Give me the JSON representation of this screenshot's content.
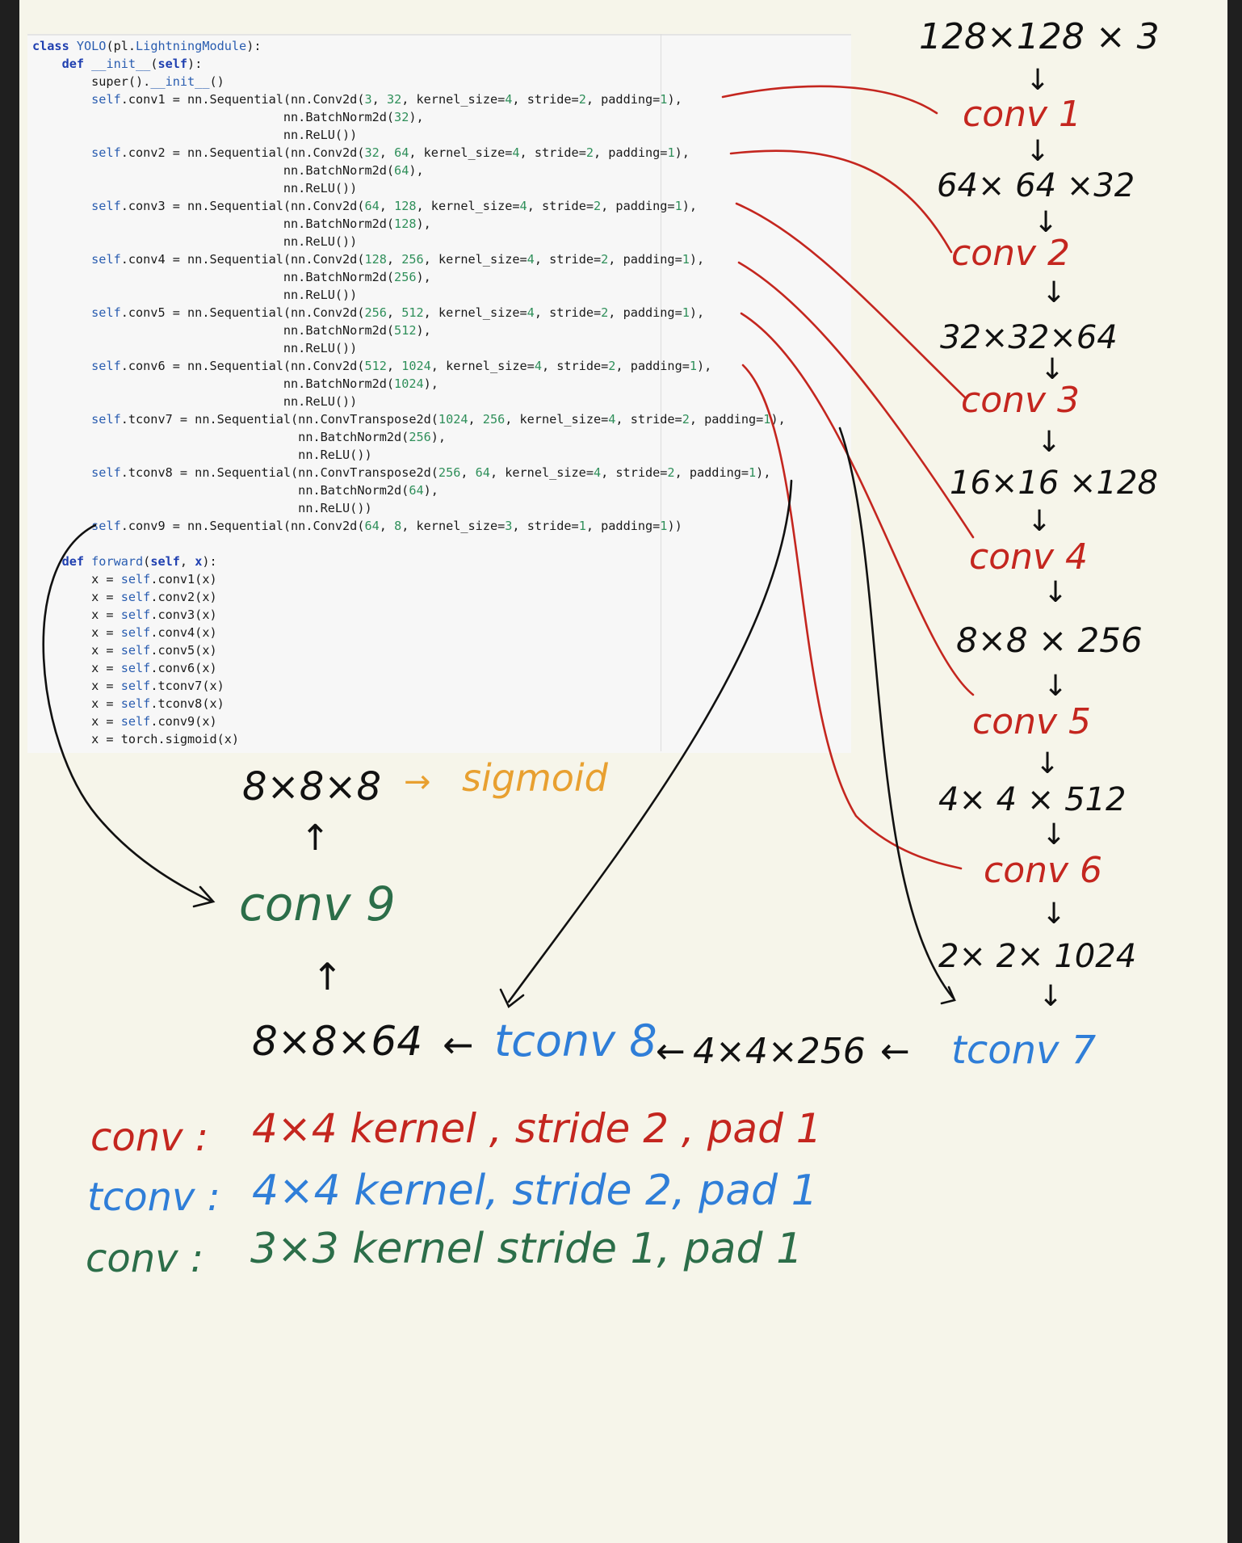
{
  "code": {
    "lines": [
      [
        {
          "t": "class ",
          "c": "kw"
        },
        {
          "t": "YOLO",
          "c": "name"
        },
        {
          "t": "(pl.",
          "c": ""
        },
        {
          "t": "LightningModule",
          "c": "name"
        },
        {
          "t": "):",
          "c": ""
        }
      ],
      [
        {
          "t": "    ",
          "c": ""
        },
        {
          "t": "def ",
          "c": "kw"
        },
        {
          "t": "__init__",
          "c": "name"
        },
        {
          "t": "(",
          "c": ""
        },
        {
          "t": "self",
          "c": "kw"
        },
        {
          "t": "):",
          "c": ""
        }
      ],
      [
        {
          "t": "        super().",
          "c": ""
        },
        {
          "t": "__init__",
          "c": "name"
        },
        {
          "t": "()",
          "c": ""
        }
      ],
      [
        {
          "t": "        ",
          "c": ""
        },
        {
          "t": "self",
          "c": "name"
        },
        {
          "t": ".conv1 = nn.Sequential(nn.Conv2d(",
          "c": ""
        },
        {
          "t": "3",
          "c": "num"
        },
        {
          "t": ", ",
          "c": ""
        },
        {
          "t": "32",
          "c": "num"
        },
        {
          "t": ", kernel_size=",
          "c": ""
        },
        {
          "t": "4",
          "c": "num"
        },
        {
          "t": ", stride=",
          "c": ""
        },
        {
          "t": "2",
          "c": "num"
        },
        {
          "t": ", padding=",
          "c": ""
        },
        {
          "t": "1",
          "c": "num"
        },
        {
          "t": "),",
          "c": ""
        }
      ],
      [
        {
          "t": "                                  nn.BatchNorm2d(",
          "c": ""
        },
        {
          "t": "32",
          "c": "num"
        },
        {
          "t": "),",
          "c": ""
        }
      ],
      [
        {
          "t": "                                  nn.ReLU())",
          "c": ""
        }
      ],
      [
        {
          "t": "        ",
          "c": ""
        },
        {
          "t": "self",
          "c": "name"
        },
        {
          "t": ".conv2 = nn.Sequential(nn.Conv2d(",
          "c": ""
        },
        {
          "t": "32",
          "c": "num"
        },
        {
          "t": ", ",
          "c": ""
        },
        {
          "t": "64",
          "c": "num"
        },
        {
          "t": ", kernel_size=",
          "c": ""
        },
        {
          "t": "4",
          "c": "num"
        },
        {
          "t": ", stride=",
          "c": ""
        },
        {
          "t": "2",
          "c": "num"
        },
        {
          "t": ", padding=",
          "c": ""
        },
        {
          "t": "1",
          "c": "num"
        },
        {
          "t": "),",
          "c": ""
        }
      ],
      [
        {
          "t": "                                  nn.BatchNorm2d(",
          "c": ""
        },
        {
          "t": "64",
          "c": "num"
        },
        {
          "t": "),",
          "c": ""
        }
      ],
      [
        {
          "t": "                                  nn.ReLU())",
          "c": ""
        }
      ],
      [
        {
          "t": "        ",
          "c": ""
        },
        {
          "t": "self",
          "c": "name"
        },
        {
          "t": ".conv3 = nn.Sequential(nn.Conv2d(",
          "c": ""
        },
        {
          "t": "64",
          "c": "num"
        },
        {
          "t": ", ",
          "c": ""
        },
        {
          "t": "128",
          "c": "num"
        },
        {
          "t": ", kernel_size=",
          "c": ""
        },
        {
          "t": "4",
          "c": "num"
        },
        {
          "t": ", stride=",
          "c": ""
        },
        {
          "t": "2",
          "c": "num"
        },
        {
          "t": ", padding=",
          "c": ""
        },
        {
          "t": "1",
          "c": "num"
        },
        {
          "t": "),",
          "c": ""
        }
      ],
      [
        {
          "t": "                                  nn.BatchNorm2d(",
          "c": ""
        },
        {
          "t": "128",
          "c": "num"
        },
        {
          "t": "),",
          "c": ""
        }
      ],
      [
        {
          "t": "                                  nn.ReLU())",
          "c": ""
        }
      ],
      [
        {
          "t": "        ",
          "c": ""
        },
        {
          "t": "self",
          "c": "name"
        },
        {
          "t": ".conv4 = nn.Sequential(nn.Conv2d(",
          "c": ""
        },
        {
          "t": "128",
          "c": "num"
        },
        {
          "t": ", ",
          "c": ""
        },
        {
          "t": "256",
          "c": "num"
        },
        {
          "t": ", kernel_size=",
          "c": ""
        },
        {
          "t": "4",
          "c": "num"
        },
        {
          "t": ", stride=",
          "c": ""
        },
        {
          "t": "2",
          "c": "num"
        },
        {
          "t": ", padding=",
          "c": ""
        },
        {
          "t": "1",
          "c": "num"
        },
        {
          "t": "),",
          "c": ""
        }
      ],
      [
        {
          "t": "                                  nn.BatchNorm2d(",
          "c": ""
        },
        {
          "t": "256",
          "c": "num"
        },
        {
          "t": "),",
          "c": ""
        }
      ],
      [
        {
          "t": "                                  nn.ReLU())",
          "c": ""
        }
      ],
      [
        {
          "t": "        ",
          "c": ""
        },
        {
          "t": "self",
          "c": "name"
        },
        {
          "t": ".conv5 = nn.Sequential(nn.Conv2d(",
          "c": ""
        },
        {
          "t": "256",
          "c": "num"
        },
        {
          "t": ", ",
          "c": ""
        },
        {
          "t": "512",
          "c": "num"
        },
        {
          "t": ", kernel_size=",
          "c": ""
        },
        {
          "t": "4",
          "c": "num"
        },
        {
          "t": ", stride=",
          "c": ""
        },
        {
          "t": "2",
          "c": "num"
        },
        {
          "t": ", padding=",
          "c": ""
        },
        {
          "t": "1",
          "c": "num"
        },
        {
          "t": "),",
          "c": ""
        }
      ],
      [
        {
          "t": "                                  nn.BatchNorm2d(",
          "c": ""
        },
        {
          "t": "512",
          "c": "num"
        },
        {
          "t": "),",
          "c": ""
        }
      ],
      [
        {
          "t": "                                  nn.ReLU())",
          "c": ""
        }
      ],
      [
        {
          "t": "        ",
          "c": ""
        },
        {
          "t": "self",
          "c": "name"
        },
        {
          "t": ".conv6 = nn.Sequential(nn.Conv2d(",
          "c": ""
        },
        {
          "t": "512",
          "c": "num"
        },
        {
          "t": ", ",
          "c": ""
        },
        {
          "t": "1024",
          "c": "num"
        },
        {
          "t": ", kernel_size=",
          "c": ""
        },
        {
          "t": "4",
          "c": "num"
        },
        {
          "t": ", stride=",
          "c": ""
        },
        {
          "t": "2",
          "c": "num"
        },
        {
          "t": ", padding=",
          "c": ""
        },
        {
          "t": "1",
          "c": "num"
        },
        {
          "t": "),",
          "c": ""
        }
      ],
      [
        {
          "t": "                                  nn.BatchNorm2d(",
          "c": ""
        },
        {
          "t": "1024",
          "c": "num"
        },
        {
          "t": "),",
          "c": ""
        }
      ],
      [
        {
          "t": "                                  nn.ReLU())",
          "c": ""
        }
      ],
      [
        {
          "t": "        ",
          "c": ""
        },
        {
          "t": "self",
          "c": "name"
        },
        {
          "t": ".tconv7 = nn.Sequential(nn.ConvTranspose2d(",
          "c": ""
        },
        {
          "t": "1024",
          "c": "num"
        },
        {
          "t": ", ",
          "c": ""
        },
        {
          "t": "256",
          "c": "num"
        },
        {
          "t": ", kernel_size=",
          "c": ""
        },
        {
          "t": "4",
          "c": "num"
        },
        {
          "t": ", stride=",
          "c": ""
        },
        {
          "t": "2",
          "c": "num"
        },
        {
          "t": ", padding=",
          "c": ""
        },
        {
          "t": "1",
          "c": "num"
        },
        {
          "t": "),",
          "c": ""
        }
      ],
      [
        {
          "t": "                                    nn.BatchNorm2d(",
          "c": ""
        },
        {
          "t": "256",
          "c": "num"
        },
        {
          "t": "),",
          "c": ""
        }
      ],
      [
        {
          "t": "                                    nn.ReLU())",
          "c": ""
        }
      ],
      [
        {
          "t": "        ",
          "c": ""
        },
        {
          "t": "self",
          "c": "name"
        },
        {
          "t": ".tconv8 = nn.Sequential(nn.ConvTranspose2d(",
          "c": ""
        },
        {
          "t": "256",
          "c": "num"
        },
        {
          "t": ", ",
          "c": ""
        },
        {
          "t": "64",
          "c": "num"
        },
        {
          "t": ", kernel_size=",
          "c": ""
        },
        {
          "t": "4",
          "c": "num"
        },
        {
          "t": ", stride=",
          "c": ""
        },
        {
          "t": "2",
          "c": "num"
        },
        {
          "t": ", padding=",
          "c": ""
        },
        {
          "t": "1",
          "c": "num"
        },
        {
          "t": "),",
          "c": ""
        }
      ],
      [
        {
          "t": "                                    nn.BatchNorm2d(",
          "c": ""
        },
        {
          "t": "64",
          "c": "num"
        },
        {
          "t": "),",
          "c": ""
        }
      ],
      [
        {
          "t": "                                    nn.ReLU())",
          "c": ""
        }
      ],
      [
        {
          "t": "        ",
          "c": ""
        },
        {
          "t": "self",
          "c": "name"
        },
        {
          "t": ".conv9 = nn.Sequential(nn.Conv2d(",
          "c": ""
        },
        {
          "t": "64",
          "c": "num"
        },
        {
          "t": ", ",
          "c": ""
        },
        {
          "t": "8",
          "c": "num"
        },
        {
          "t": ", kernel_size=",
          "c": ""
        },
        {
          "t": "3",
          "c": "num"
        },
        {
          "t": ", stride=",
          "c": ""
        },
        {
          "t": "1",
          "c": "num"
        },
        {
          "t": ", padding=",
          "c": ""
        },
        {
          "t": "1",
          "c": "num"
        },
        {
          "t": "))",
          "c": ""
        }
      ],
      [
        {
          "t": "",
          "c": ""
        }
      ],
      [
        {
          "t": "    ",
          "c": ""
        },
        {
          "t": "def ",
          "c": "kw"
        },
        {
          "t": "forward",
          "c": "name"
        },
        {
          "t": "(",
          "c": ""
        },
        {
          "t": "self",
          "c": "kw"
        },
        {
          "t": ", ",
          "c": ""
        },
        {
          "t": "x",
          "c": "kw"
        },
        {
          "t": "):",
          "c": ""
        }
      ],
      [
        {
          "t": "        x = ",
          "c": ""
        },
        {
          "t": "self",
          "c": "name"
        },
        {
          "t": ".conv1(x)",
          "c": ""
        }
      ],
      [
        {
          "t": "        x = ",
          "c": ""
        },
        {
          "t": "self",
          "c": "name"
        },
        {
          "t": ".conv2(x)",
          "c": ""
        }
      ],
      [
        {
          "t": "        x = ",
          "c": ""
        },
        {
          "t": "self",
          "c": "name"
        },
        {
          "t": ".conv3(x)",
          "c": ""
        }
      ],
      [
        {
          "t": "        x = ",
          "c": ""
        },
        {
          "t": "self",
          "c": "name"
        },
        {
          "t": ".conv4(x)",
          "c": ""
        }
      ],
      [
        {
          "t": "        x = ",
          "c": ""
        },
        {
          "t": "self",
          "c": "name"
        },
        {
          "t": ".conv5(x)",
          "c": ""
        }
      ],
      [
        {
          "t": "        x = ",
          "c": ""
        },
        {
          "t": "self",
          "c": "name"
        },
        {
          "t": ".conv6(x)",
          "c": ""
        }
      ],
      [
        {
          "t": "        x = ",
          "c": ""
        },
        {
          "t": "self",
          "c": "name"
        },
        {
          "t": ".tconv7(x)",
          "c": ""
        }
      ],
      [
        {
          "t": "        x = ",
          "c": ""
        },
        {
          "t": "self",
          "c": "name"
        },
        {
          "t": ".tconv8(x)",
          "c": ""
        }
      ],
      [
        {
          "t": "        x = ",
          "c": ""
        },
        {
          "t": "self",
          "c": "name"
        },
        {
          "t": ".conv9(x)",
          "c": ""
        }
      ],
      [
        {
          "t": "        x = torch.sigmoid(x)",
          "c": ""
        }
      ]
    ]
  },
  "annotations": {
    "encoder": {
      "input_shape": "128×128 × 3",
      "conv1": "conv 1",
      "shape1": "64× 64 ×32",
      "conv2": "conv 2",
      "shape2": "32×32×64",
      "conv3": "conv 3",
      "shape3": "16×16 ×128",
      "conv4": "conv 4",
      "shape4": "8×8 × 256",
      "conv5": "conv 5",
      "shape5": "4× 4 × 512",
      "conv6": "conv 6",
      "shape6": "2× 2× 1024",
      "down_arrow": "↓"
    },
    "decoder": {
      "tconv7": "tconv 7",
      "arrow_a": "←",
      "shape7": "4×4×256",
      "arrow_b": "←",
      "tconv8": "tconv 8",
      "arrow_c": "←",
      "shape8": "8×8×64",
      "up_arrow_a": "↑",
      "conv9": "conv 9",
      "up_arrow_b": "↑",
      "output_shape": "8×8×8",
      "sigmoid_arrow": "→",
      "sigmoid": "sigmoid"
    },
    "legend": {
      "conv_label": "conv :",
      "conv_text": "4×4  kernel ,  stride 2  ,  pad 1",
      "tconv_label": "tconv :",
      "tconv_text": "4×4  kernel,  stride 2,  pad 1",
      "conv9_label": "conv :",
      "conv9_text": "3×3   kernel   stride 1,   pad 1"
    },
    "colors": {
      "conv": "#c4261f",
      "tconv": "#2f7ed8",
      "conv9": "#2c6e49",
      "sigmoid": "#e8a030",
      "ink": "#111111"
    }
  }
}
